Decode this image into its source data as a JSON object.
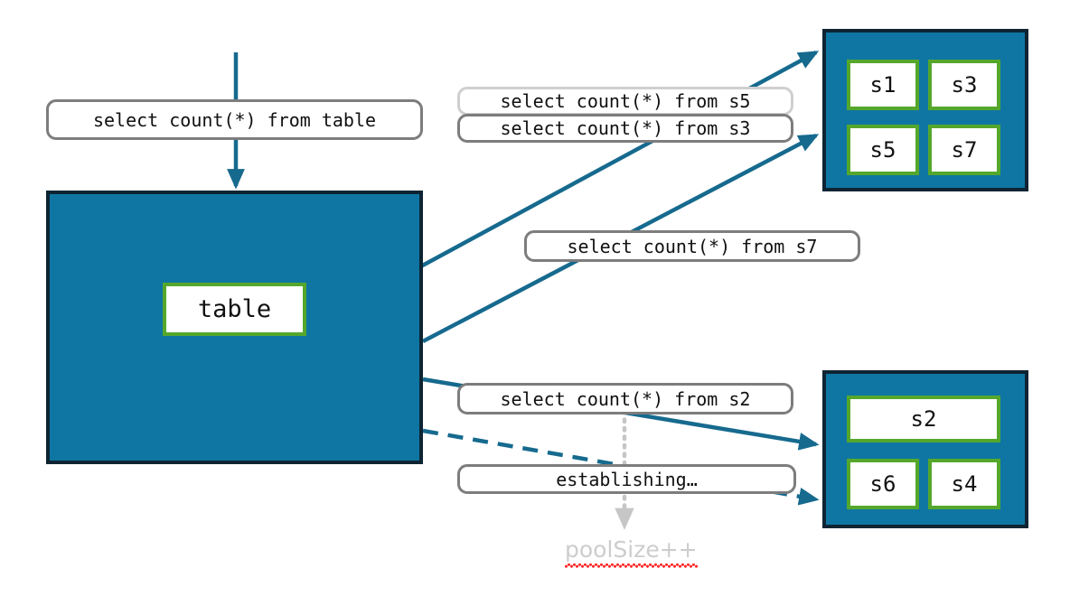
{
  "diagram": {
    "title_label": "select count(*) from table",
    "colors": {
      "pool_fill": "#0F76A3",
      "pool_border": "#0E2433",
      "node_border": "#55A72C",
      "arrow": "#166A8E",
      "label_border": "#7D7D7D",
      "label_border_muted": "#CFCFCF",
      "annotation_text": "#CDCDCD",
      "spellcheck_underline": "#FF2A2A"
    },
    "source": {
      "label": "table",
      "incoming_query": "select count(*) from table"
    },
    "pools": [
      {
        "name": "top-right-pool",
        "nodes": [
          "s1",
          "s3",
          "s5",
          "s7"
        ]
      },
      {
        "name": "bottom-right-pool",
        "nodes": [
          "s2",
          "s6",
          "s4"
        ]
      }
    ],
    "queries": [
      {
        "id": "q-s5",
        "text": "select count(*) from s5",
        "style": "muted"
      },
      {
        "id": "q-s3",
        "text": "select count(*) from s3",
        "style": "normal"
      },
      {
        "id": "q-s7",
        "text": "select count(*) from s7",
        "style": "normal"
      },
      {
        "id": "q-s2",
        "text": "select count(*) from s2",
        "style": "normal"
      },
      {
        "id": "q-establishing",
        "text": "establishing…",
        "style": "normal"
      }
    ],
    "annotation": {
      "text": "poolSize++"
    }
  }
}
